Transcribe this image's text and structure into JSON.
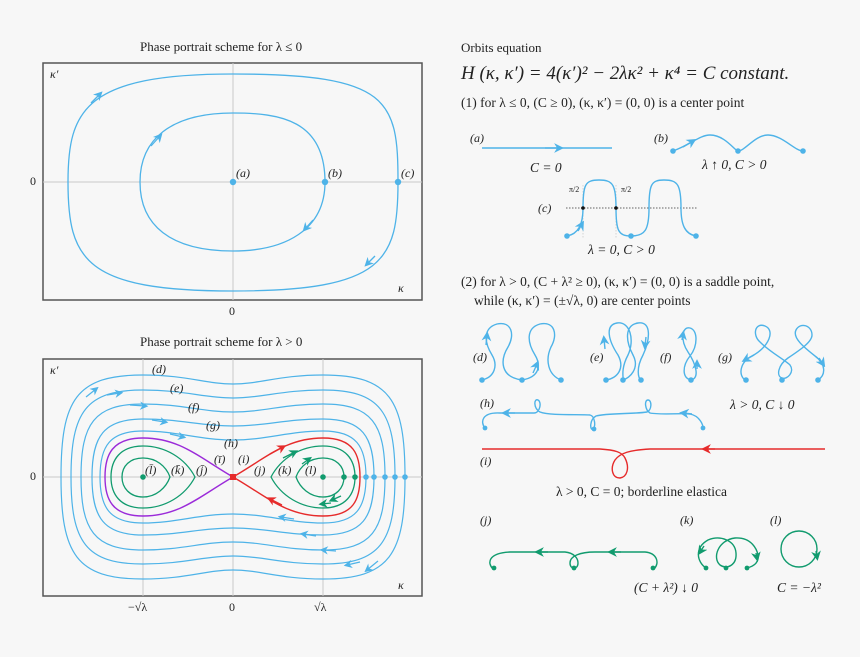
{
  "colors": {
    "background": "#f7f7f7",
    "blue_orbit": "#4eb3e8",
    "green_orbit": "#119b6e",
    "red_separatrix": "#e62b2b",
    "purple_separatrix": "#9b2bd9",
    "axis_grid": "#c8c8c8",
    "frame": "#555555"
  },
  "top_plot": {
    "title": "Phase portrait scheme for λ ≤ 0",
    "y_axis_label": "κ′",
    "x_axis_label": "κ",
    "y_tick": "0",
    "x_tick": "0",
    "points": [
      {
        "label": "(a)"
      },
      {
        "label": "(b)"
      },
      {
        "label": "(c)"
      }
    ]
  },
  "bottom_plot": {
    "title": "Phase portrait scheme for λ > 0",
    "y_axis_label": "κ′",
    "x_axis_label": "κ",
    "y_tick": "0",
    "x_ticks": [
      "−√λ",
      "0",
      "√λ"
    ],
    "orbit_labels": [
      "(d)",
      "(e)",
      "(f)",
      "(g)",
      "(h)",
      "(ī)",
      "(i)",
      "(l̄)",
      "(k̄)",
      "(j̄)",
      "(j)",
      "(k)",
      "(l)"
    ]
  },
  "right_panel": {
    "heading": "Orbits equation",
    "equation": "H (κ, κ′) = 4(κ′)² − 2λκ² + κ⁴ = C constant.",
    "case1": "(1) for λ ≤ 0, (C ≥ 0), (κ, κ′) = (0, 0) is a center point",
    "case1_items": [
      {
        "label": "(a)",
        "caption": "C = 0"
      },
      {
        "label": "(b)",
        "caption": "λ ↑ 0,  C > 0"
      },
      {
        "label": "(c)",
        "caption": "λ = 0,   C > 0",
        "angle_label": "π/2"
      }
    ],
    "case2_line1": "(2) for λ > 0, (C + λ² ≥ 0), (κ, κ′) = (0, 0) is a saddle point,",
    "case2_line2": "while (κ, κ′) = (±√λ, 0) are center points",
    "case2_items": [
      {
        "label": "(d)"
      },
      {
        "label": "(e)"
      },
      {
        "label": "(f)"
      },
      {
        "label": "(g)"
      },
      {
        "label": "(h)"
      },
      {
        "label": "(i)"
      },
      {
        "label": "(j)"
      },
      {
        "label": "(k)"
      },
      {
        "label": "(l)"
      }
    ],
    "caption_dh": "λ > 0,   C ↓ 0",
    "caption_i": "λ > 0,   C = 0; borderline elastica",
    "caption_jk": "(C + λ²) ↓ 0",
    "caption_l": "C = −λ²"
  }
}
